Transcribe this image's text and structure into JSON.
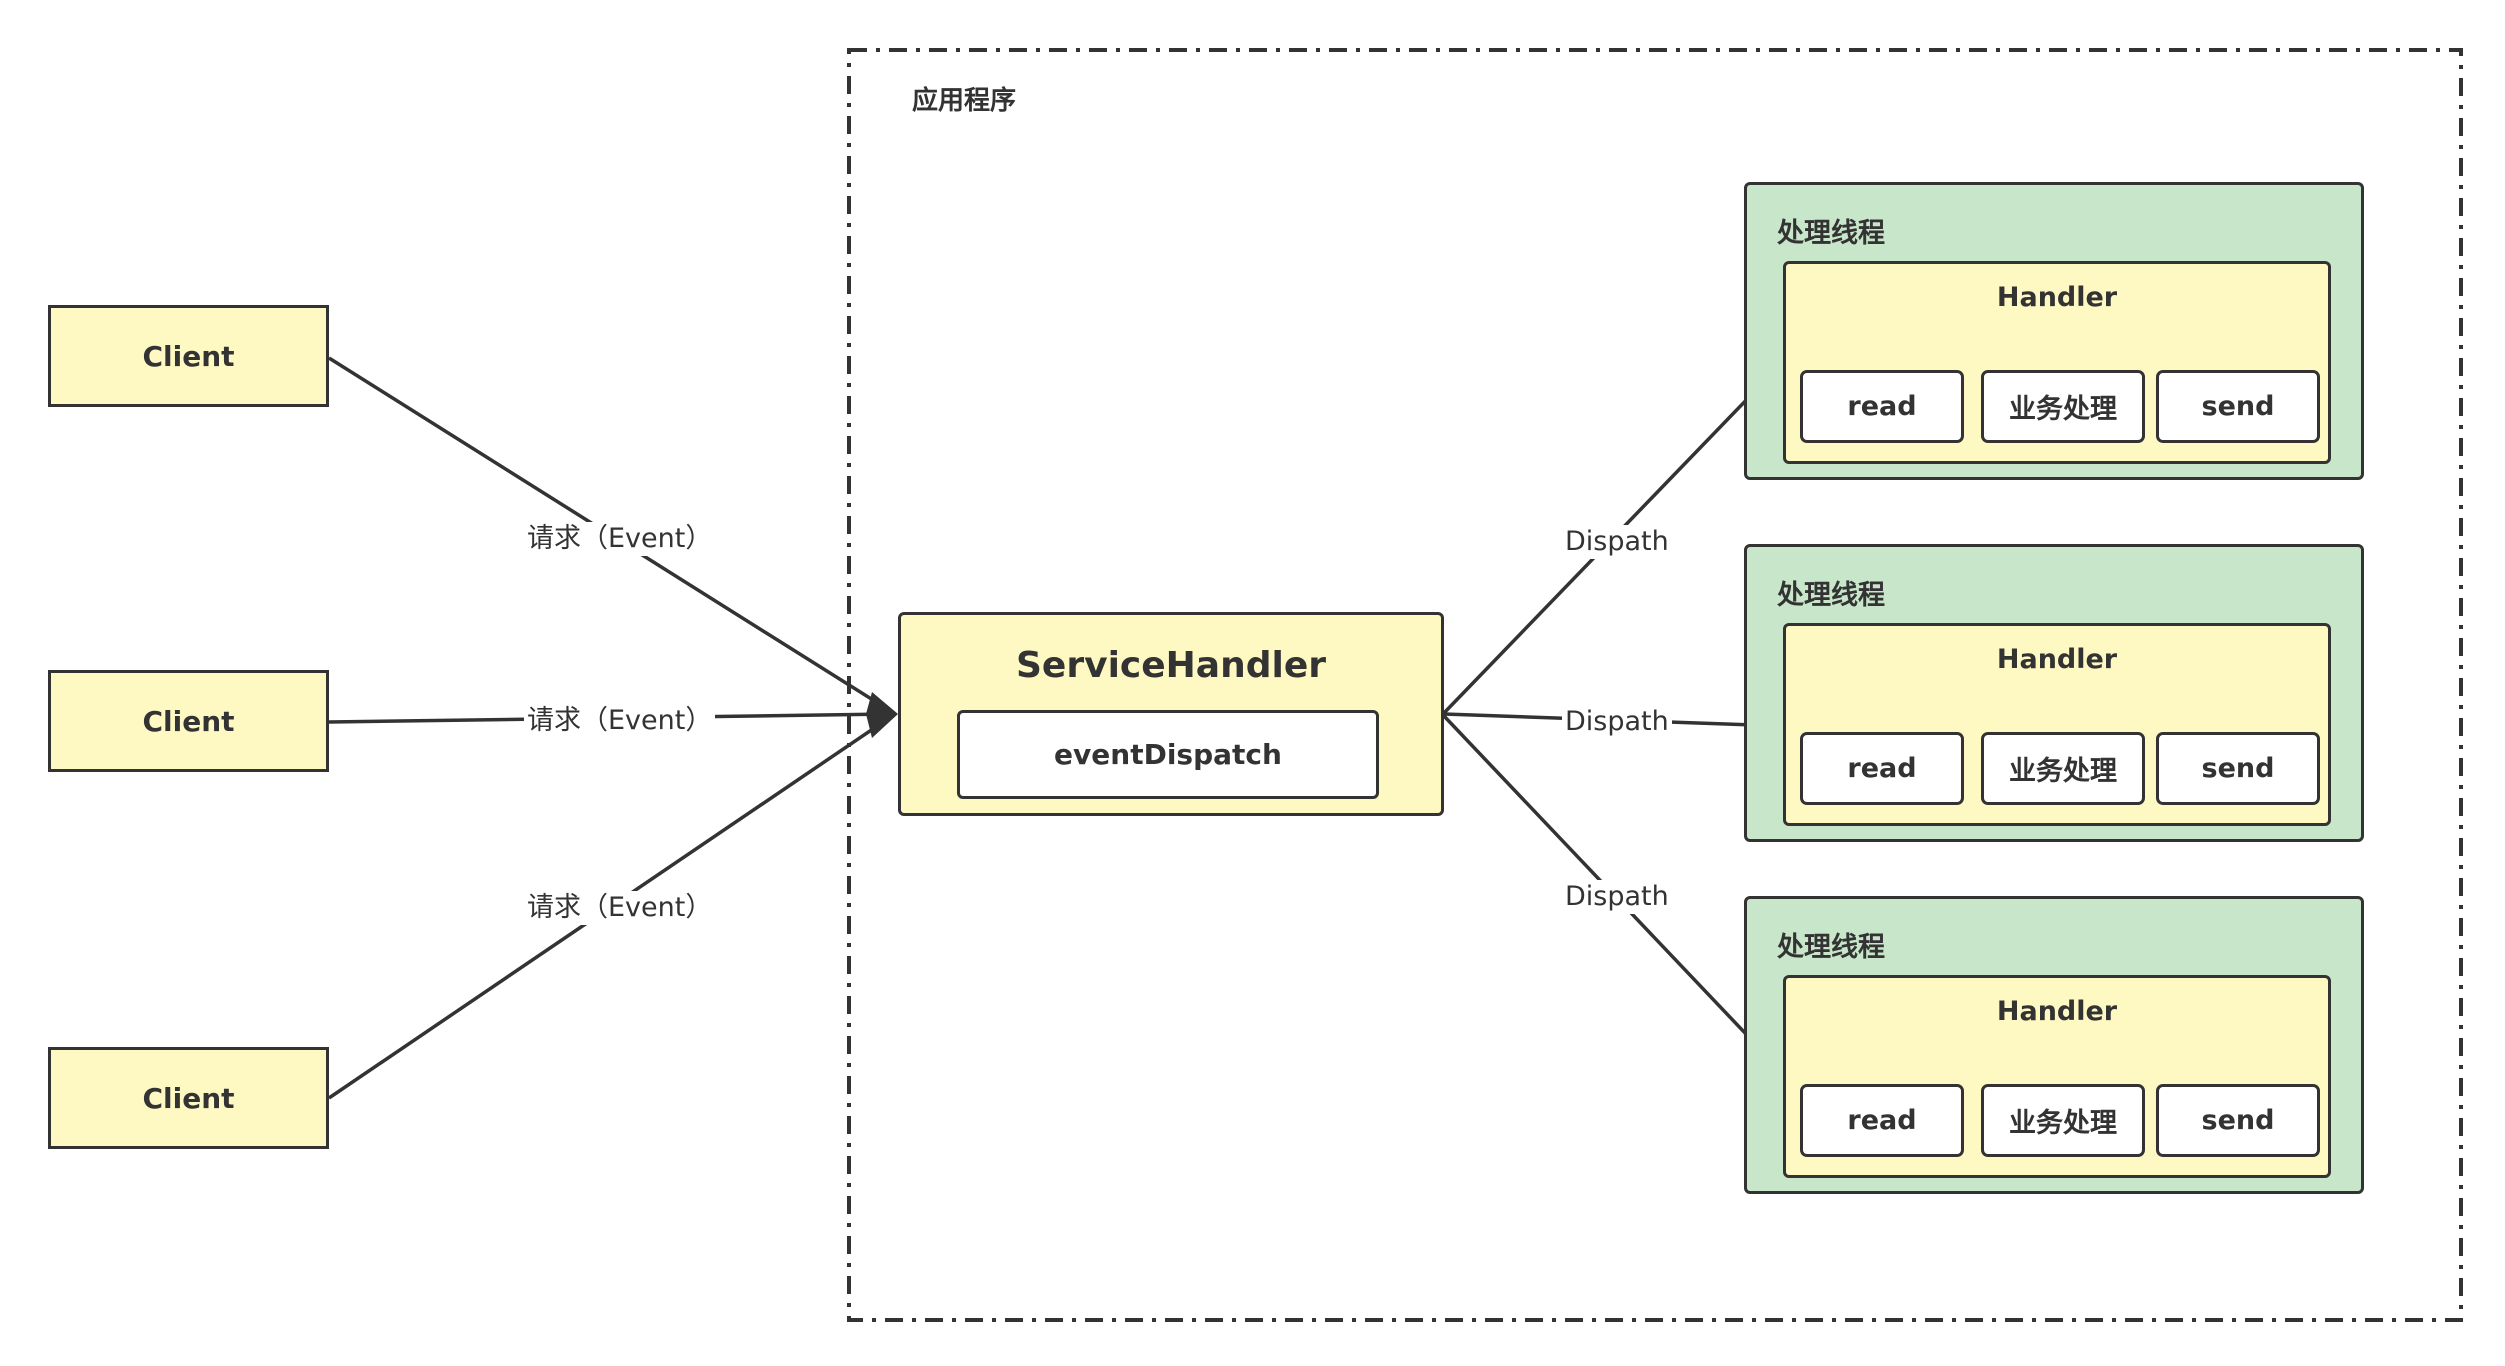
{
  "app": {
    "title": "应用程序"
  },
  "clients": [
    {
      "label": "Client"
    },
    {
      "label": "Client"
    },
    {
      "label": "Client"
    }
  ],
  "request_edges": [
    {
      "label": "请求（Event）"
    },
    {
      "label": "请求（Event）"
    },
    {
      "label": "请求（Event）"
    }
  ],
  "service_handler": {
    "title": "ServiceHandler",
    "inner": "eventDispatch"
  },
  "dispatch_edges": [
    {
      "label": "Dispath"
    },
    {
      "label": "Dispath"
    },
    {
      "label": "Dispath"
    }
  ],
  "threads": [
    {
      "title": "处理线程",
      "handler": "Handler",
      "ops": [
        "read",
        "业务处理",
        "send"
      ]
    },
    {
      "title": "处理线程",
      "handler": "Handler",
      "ops": [
        "read",
        "业务处理",
        "send"
      ]
    },
    {
      "title": "处理线程",
      "handler": "Handler",
      "ops": [
        "read",
        "业务处理",
        "send"
      ]
    }
  ],
  "colors": {
    "yellow_fill": "#FEF9C3",
    "green_fill": "#C8E6C9",
    "stroke": "#333333"
  }
}
